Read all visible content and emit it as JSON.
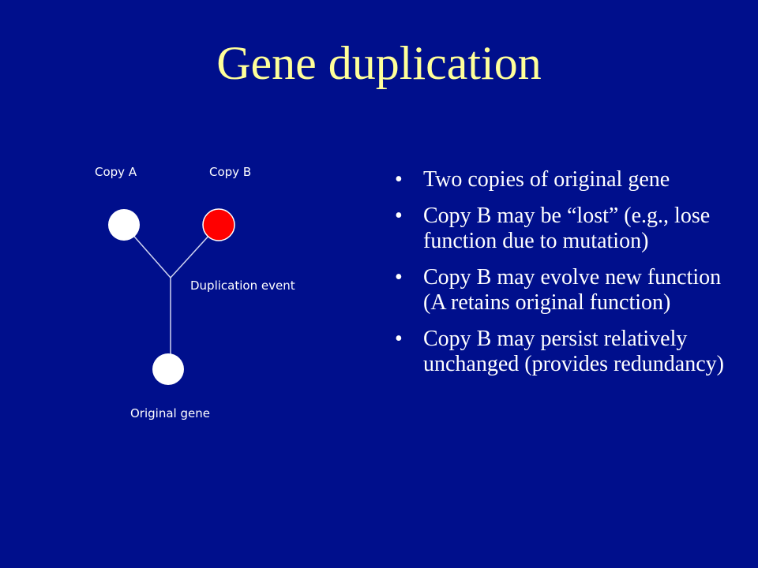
{
  "slide": {
    "title": "Gene duplication",
    "bullets": [
      "Two copies of original gene",
      "Copy B may be “lost” (e.g., lose function due to mutation)",
      "Copy B may evolve new function (A retains original function)",
      "Copy B may persist relatively unchanged (provides redundancy)"
    ]
  },
  "diagram": {
    "copy_a_label": "Copy A",
    "copy_b_label": "Copy B",
    "event_label": "Duplication event",
    "original_label": "Original gene",
    "colors": {
      "background": "#000f8c",
      "title": "#ffff99",
      "copy_a": "#ffffff",
      "copy_b": "#ff0000",
      "original": "#ffffff",
      "line": "#d0d4f0"
    }
  }
}
